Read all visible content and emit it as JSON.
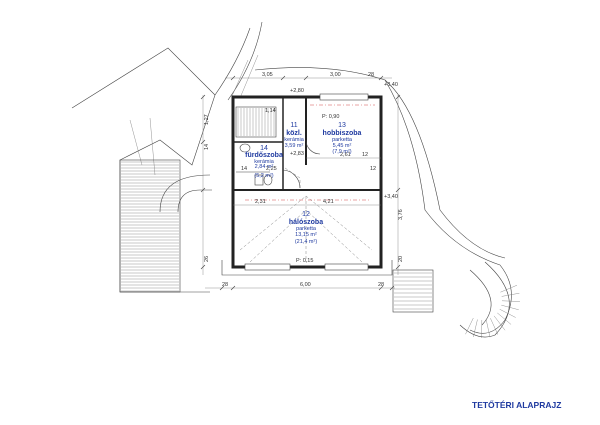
{
  "drawing_title": "TETŐTÉRI ALAPRAJZ",
  "rooms": [
    {
      "num": "11",
      "name": "közl.",
      "floor": "kerámia",
      "area": "3,59 m²"
    },
    {
      "num": "13",
      "name": "hobbiszoba",
      "floor": "parketta",
      "area": "5,45 m²",
      "area2": "(7,9 m²)"
    },
    {
      "num": "14",
      "name": "fürdőszoba",
      "floor": "kerámia",
      "area": "2,84 m²",
      "area2": "(5,2 m²)"
    },
    {
      "num": "12",
      "name": "hálószoba",
      "floor": "parketta",
      "area": "13,15 m²",
      "area2": "(21,4 m²)"
    }
  ],
  "dimensions": {
    "top_left": "3,05",
    "top_mid": "3,00",
    "top_right": "28",
    "mid_a": "2,61",
    "mid_b": "12",
    "mid_c": "4,21",
    "mid_d": "2,31",
    "bottom": "6,00",
    "bottom_left": "28",
    "bottom_right": "28",
    "left_a": "1,27",
    "left_b": "14",
    "left_c": "26",
    "right_a": "3,76",
    "right_b": "20",
    "small_a": "1,14",
    "small_b": "2,25",
    "small_c": "14",
    "small_d": "12"
  },
  "levels": {
    "l1": "+2,80",
    "l2": "+2,83",
    "l3": "+3,40",
    "l4": "+3,40",
    "l5": "P: 0,15",
    "l6": "P: 0,90"
  }
}
